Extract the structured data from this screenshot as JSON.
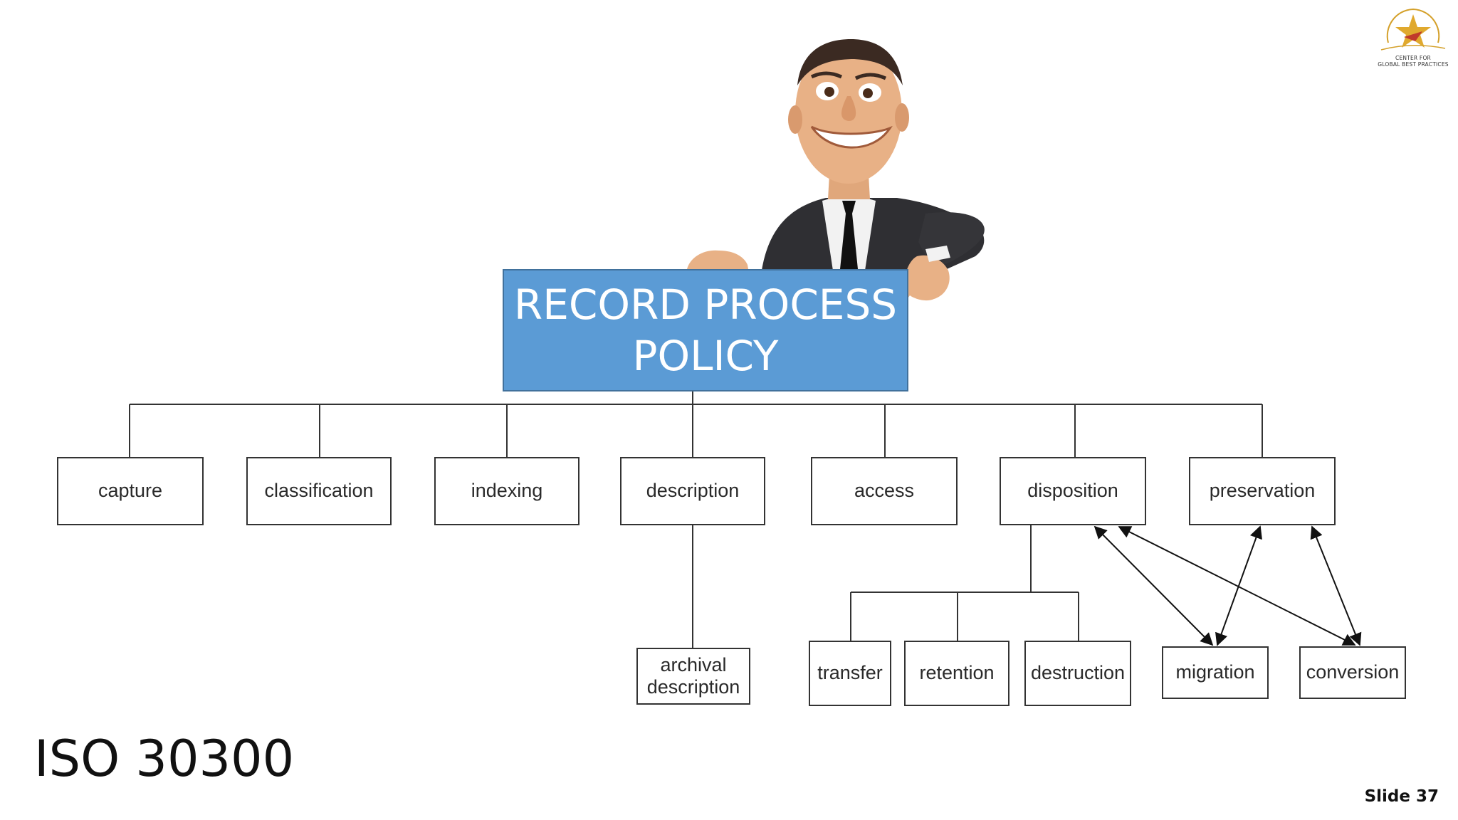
{
  "diagram": {
    "root": {
      "line1": "RECORD PROCESS",
      "line2": "POLICY"
    },
    "children": [
      "capture",
      "classification",
      "indexing",
      "description",
      "access",
      "disposition",
      "preservation"
    ],
    "description_child": {
      "line1": "archival",
      "line2": "description"
    },
    "disposition_children": [
      "transfer",
      "retention",
      "destruction"
    ],
    "preservation_children": [
      "migration",
      "conversion"
    ]
  },
  "footer": {
    "standard": "ISO 30300",
    "slide": "Slide 37"
  },
  "logo": {
    "line1": "CENTER FOR",
    "line2": "GLOBAL BEST PRACTICES",
    "colors": {
      "star": "#d4a02a",
      "accent": "#c0392b"
    }
  },
  "colors": {
    "root_fill": "#5b9bd5",
    "lines": "#333333"
  }
}
